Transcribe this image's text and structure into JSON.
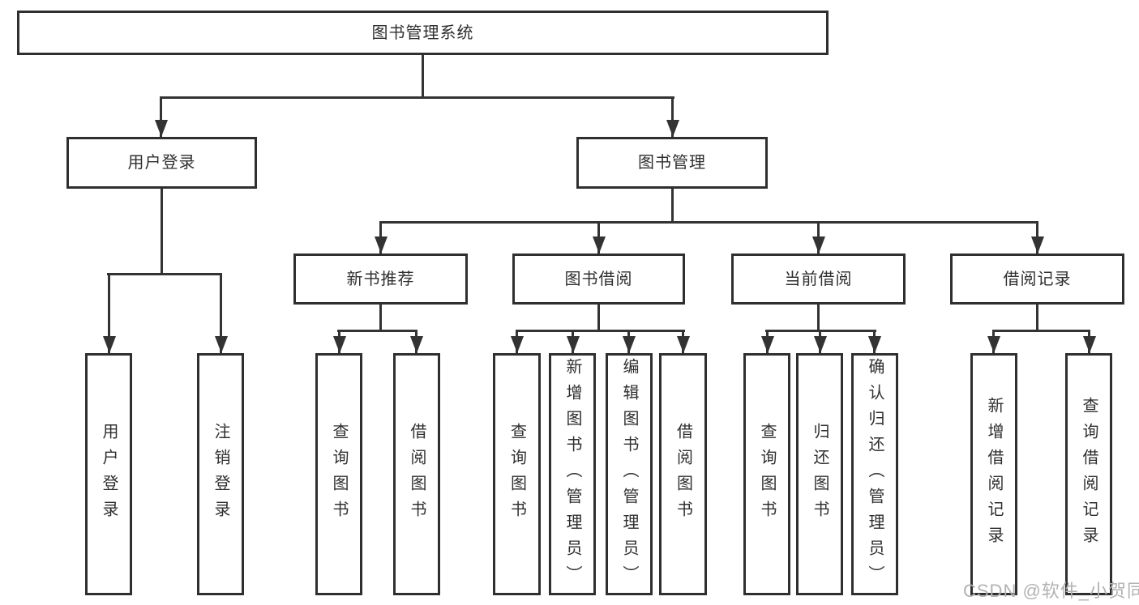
{
  "diagram": {
    "title": "图书管理系统",
    "type": "function-structure-tree",
    "colors": {
      "background": "#ffffff",
      "box_border": "#2f2f2f",
      "line": "#333333",
      "text": "#2f2f2f",
      "watermark": "#b2b2b2"
    }
  },
  "root": {
    "label": "图书管理系统",
    "children": [
      {
        "label": "用户登录",
        "children": [
          {
            "label": "用户登录"
          },
          {
            "label": "注销登录"
          }
        ]
      },
      {
        "label": "图书管理",
        "children": [
          {
            "label": "新书推荐",
            "children": [
              {
                "label": "查询图书"
              },
              {
                "label": "借阅图书"
              }
            ]
          },
          {
            "label": "图书借阅",
            "children": [
              {
                "label": "查询图书"
              },
              {
                "label": "新增图书（管理员）"
              },
              {
                "label": "编辑图书（管理员）"
              },
              {
                "label": "借阅图书"
              }
            ]
          },
          {
            "label": "当前借阅",
            "children": [
              {
                "label": "查询图书"
              },
              {
                "label": "归还图书"
              },
              {
                "label": "确认归还（管理员）"
              }
            ]
          },
          {
            "label": "借阅记录",
            "children": [
              {
                "label": "新增借阅记录"
              },
              {
                "label": "查询借阅记录"
              }
            ]
          }
        ]
      }
    ]
  },
  "watermark": {
    "text": "CSDN @软件_小贺同学"
  }
}
